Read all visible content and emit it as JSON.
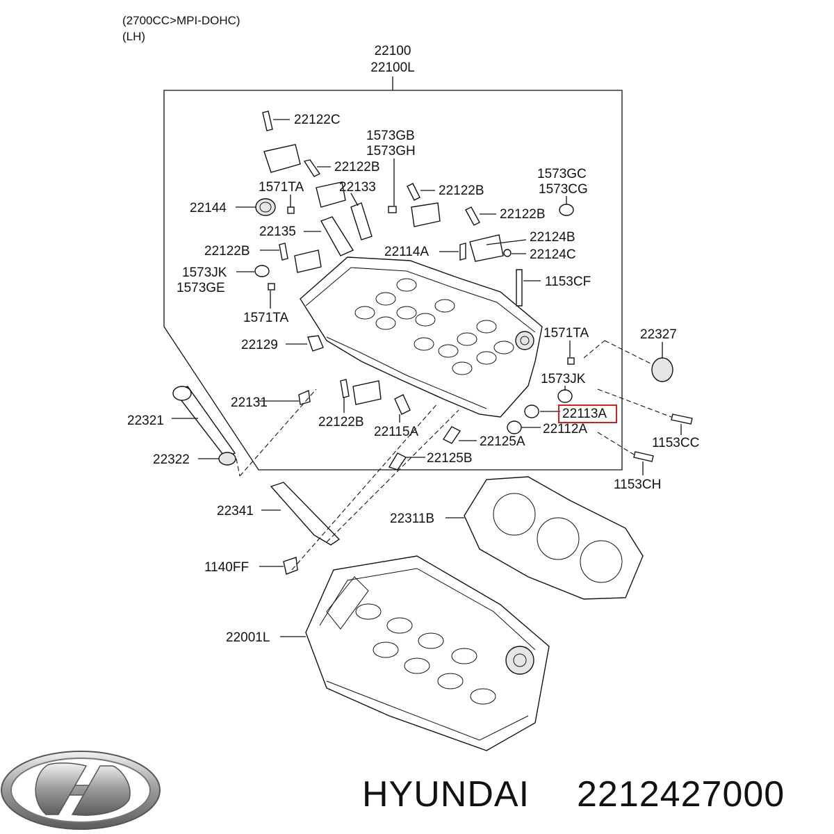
{
  "header": {
    "line1": "(2700CC>MPI-DOHC)",
    "line2": "(LH)"
  },
  "assembly": {
    "code1": "22100",
    "code2": "22100L"
  },
  "labels": {
    "22122C": "22122C",
    "1573GB": "1573GB",
    "1573GH": "1573GH",
    "22122B_a": "22122B",
    "1571TA_a": "1571TA",
    "22133": "22133",
    "22122B_b": "22122B",
    "1573GC": "1573GC",
    "1573CG": "1573CG",
    "22144": "22144",
    "22122B_c": "22122B",
    "22135": "22135",
    "22124B": "22124B",
    "22122B_d": "22122B",
    "22114A": "22114A",
    "22124C": "22124C",
    "1573JK_a": "1573JK",
    "1573GE": "1573GE",
    "1153CF": "1153CF",
    "1571TA_b": "1571TA",
    "22327": "22327",
    "1571TA_c": "1571TA",
    "22129": "22129",
    "1573JK_b": "1573JK",
    "22131": "22131",
    "22113A": "22113A",
    "22321": "22321",
    "22122B_e": "22122B",
    "22115A": "22115A",
    "22112A": "22112A",
    "1153CC": "1153CC",
    "22125A": "22125A",
    "22322": "22322",
    "22125B": "22125B",
    "1153CH": "1153CH",
    "22341": "22341",
    "22311B": "22311B",
    "1140FF": "1140FF",
    "22001L": "22001L"
  },
  "highlight": {
    "part": "22113A",
    "color": "#d21f1f"
  },
  "brand": {
    "name": "HYUNDAI",
    "part_number": "2212427000",
    "logo_icon": "hyundai-logo-icon"
  }
}
